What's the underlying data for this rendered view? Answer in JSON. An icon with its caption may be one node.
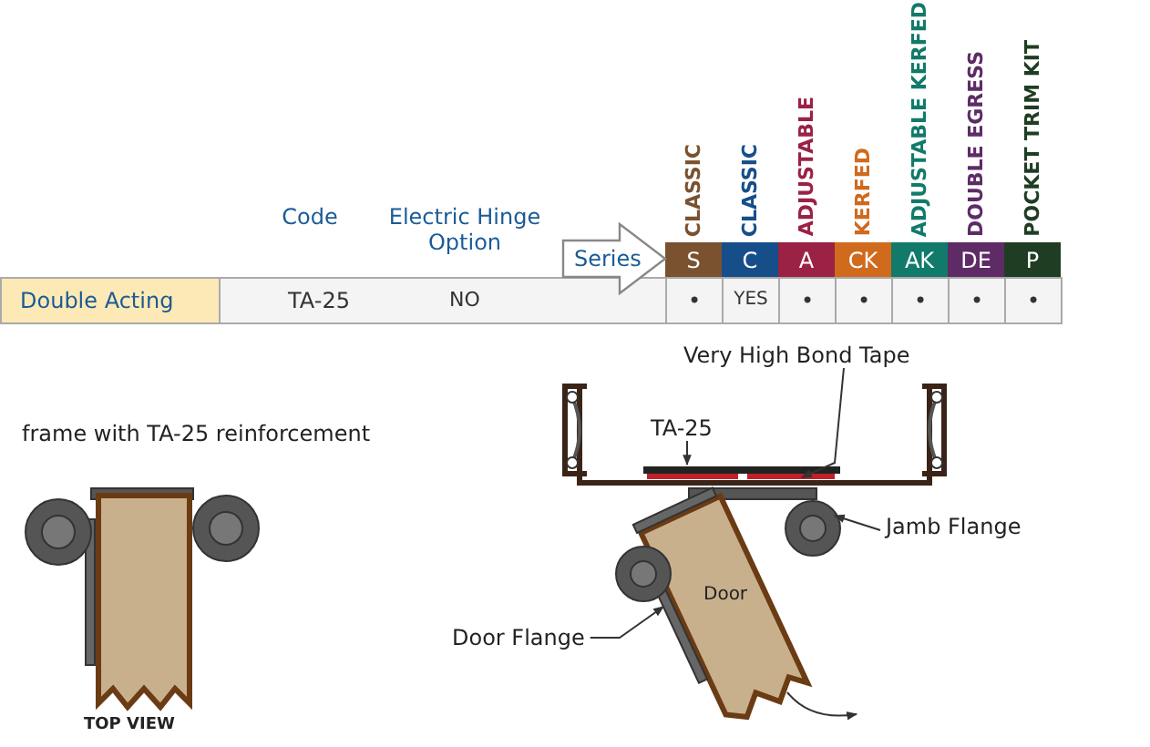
{
  "diagram": {
    "nodes": [
      {
        "text": [
          "Series"
        ]
      },
      {
        "text": [
          "Very High Bond Tape"
        ]
      },
      {
        "text": [
          "TA-25"
        ]
      },
      {
        "text": [
          "Jamb Flange"
        ]
      },
      {
        "text": [
          "Door Flange"
        ]
      }
    ],
    "edges": [
      {
        "from": 1,
        "to": null,
        "arrow": "to"
      },
      {
        "from": 2,
        "to": null,
        "arrow": "to"
      },
      {
        "from": 3,
        "to": null,
        "arrow": "to"
      },
      {
        "from": 4,
        "to": null,
        "arrow": "to"
      }
    ],
    "labels": [
      "CLASSIC",
      "CLASSIC",
      "ADJUSTABLE",
      "KERFED",
      "ADJUSTABLE KERFED",
      "DOUBLE EGRESS",
      "POCKET TRIM KIT",
      "Code",
      "Electric Hinge Option",
      "S",
      "C",
      "A",
      "CK",
      "AK",
      "DE",
      "P",
      "Double Acting",
      "TA-25",
      "NO",
      "•",
      "YES",
      "•",
      "•",
      "•",
      "•",
      "•",
      "frame with TA-25 reinforcement",
      "Door",
      "TOP VIEW"
    ]
  }
}
